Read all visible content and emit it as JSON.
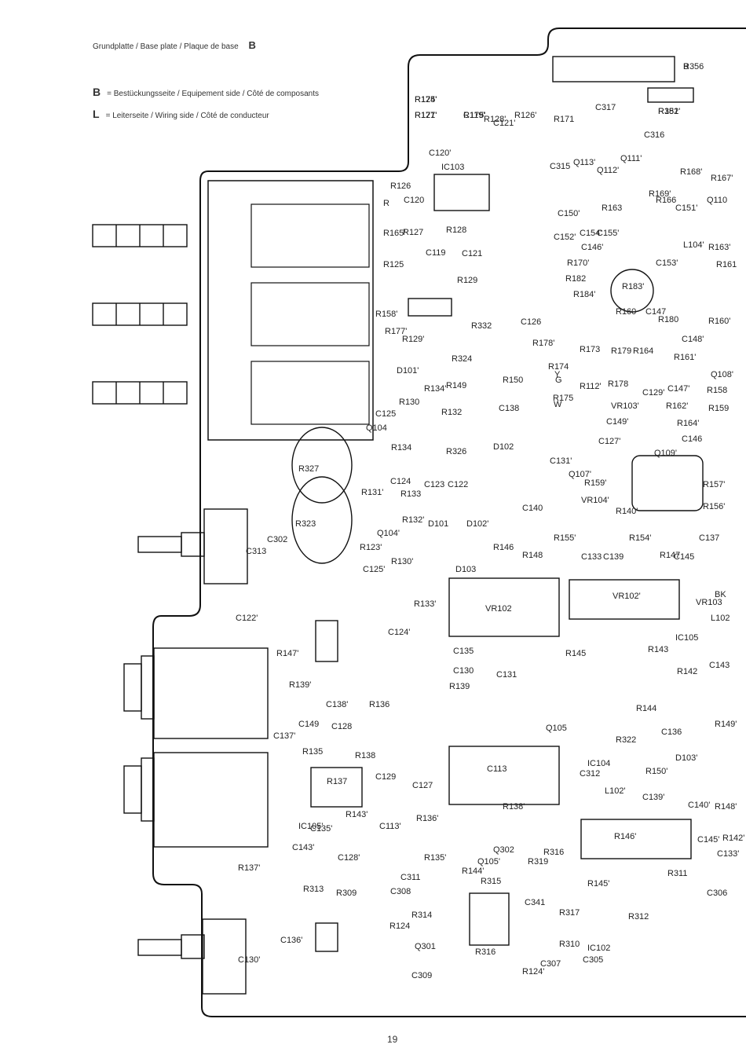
{
  "header": {
    "title": "Grundplatte / Base plate / Plaque de base",
    "side": "B"
  },
  "legend": [
    {
      "key": "B",
      "text": "Bestückungsseite / Equipement side / Côté de composants"
    },
    {
      "key": "L",
      "text": "Leiterseite / Wiring side / Côté de conducteur"
    }
  ],
  "page_number": "19",
  "components": [
    "R356",
    "R351",
    "R125'",
    "R127'",
    "C119'",
    "R128'",
    "C121'",
    "R126'",
    "C120'",
    "IC103",
    "R126",
    "C120",
    "R",
    "R127",
    "R128",
    "C119",
    "C121",
    "R125",
    "R129",
    "R129'",
    "R332",
    "R324",
    "C126",
    "R178'",
    "R173",
    "R179",
    "R112'",
    "R178",
    "R174",
    "R175",
    "R171",
    "C317",
    "C316",
    "C315",
    "Q113'",
    "Q112'",
    "Q111'",
    "R169'",
    "R168'",
    "R167'",
    "Q110",
    "R166",
    "R163",
    "C150'",
    "C152'",
    "C154'",
    "C155'",
    "R170'",
    "R182",
    "R184'",
    "R183'",
    "C153'",
    "L104'",
    "R163'",
    "R161",
    "R160",
    "C147",
    "R180",
    "R160'",
    "C148'",
    "R164",
    "R161'",
    "Q108'",
    "C147'",
    "R158",
    "R162'",
    "R159",
    "R164'",
    "C146",
    "Q109'",
    "R159'",
    "VR104'",
    "R157'",
    "R156'",
    "R140'",
    "R154'",
    "R147",
    "C145",
    "C137",
    "R155'",
    "C133",
    "C139",
    "R148",
    "R146",
    "C140",
    "R150",
    "C138",
    "D102",
    "D101",
    "D102'",
    "D103",
    "D101'",
    "R134'",
    "R149",
    "R130",
    "R132",
    "C125",
    "Q104",
    "R134",
    "R326",
    "C122",
    "C123",
    "C124",
    "R133",
    "R131'",
    "R132'",
    "R123'",
    "R130'",
    "Q104'",
    "C125'",
    "R133'",
    "C124'",
    "C122'",
    "R327",
    "R323",
    "C313",
    "C302",
    "VR102",
    "VR102'",
    "VR103",
    "BK",
    "L102",
    "IC105",
    "R143",
    "R142",
    "C143",
    "C135",
    "C130",
    "C131",
    "R139",
    "R145",
    "R144",
    "Q105",
    "R149'",
    "C136",
    "D103'",
    "R147'",
    "R139'",
    "C138'",
    "C137'",
    "C149",
    "C128",
    "R136",
    "R135",
    "R138",
    "R137",
    "C129",
    "C127",
    "C113",
    "IC104",
    "R322",
    "C312",
    "L102'",
    "R150'",
    "C139'",
    "C140'",
    "R148'",
    "R146'",
    "C145'",
    "C133'",
    "R142'",
    "IC105'",
    "C135'",
    "R143'",
    "C143'",
    "C128'",
    "R137'",
    "C113'",
    "R136'",
    "R138'",
    "R135'",
    "C311",
    "R144'",
    "Q105'",
    "Q302",
    "R315",
    "R319",
    "R316",
    "R145'",
    "C308",
    "R314",
    "R124",
    "Q301",
    "C309",
    "R316",
    "C341",
    "R317",
    "R310",
    "IC102",
    "C305",
    "R124'",
    "C307",
    "R312",
    "R311",
    "C306",
    "R313",
    "R309",
    "C136'",
    "C130'",
    "C131'",
    "C127'",
    "C129'",
    "C149'",
    "VR103'",
    "Q107'",
    "C151'",
    "R165'",
    "R158'",
    "R177'",
    "C146'",
    "G",
    "W",
    "Y",
    "B",
    "R182'",
    "R174'",
    "R171'",
    "R175'"
  ]
}
